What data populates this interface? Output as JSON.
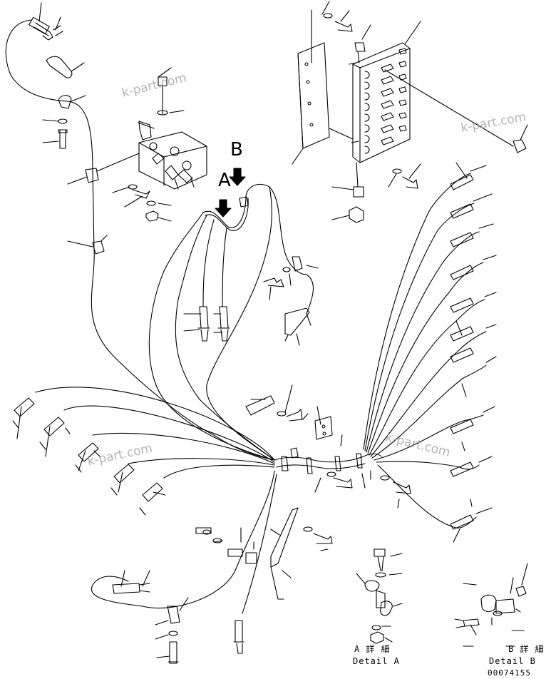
{
  "labels": {
    "detail_a_letter": "A",
    "detail_b_letter": "B",
    "detail_a_jp": "A 詳 細",
    "detail_a_en": "Detail A",
    "detail_b_jp": "B 詳 細",
    "detail_b_en": "Detail B",
    "drawing_number": "00074155"
  },
  "watermark": "k-part.com",
  "colors": {
    "line": "#000000",
    "watermark": "#9a9a9a",
    "background": "#ffffff"
  }
}
